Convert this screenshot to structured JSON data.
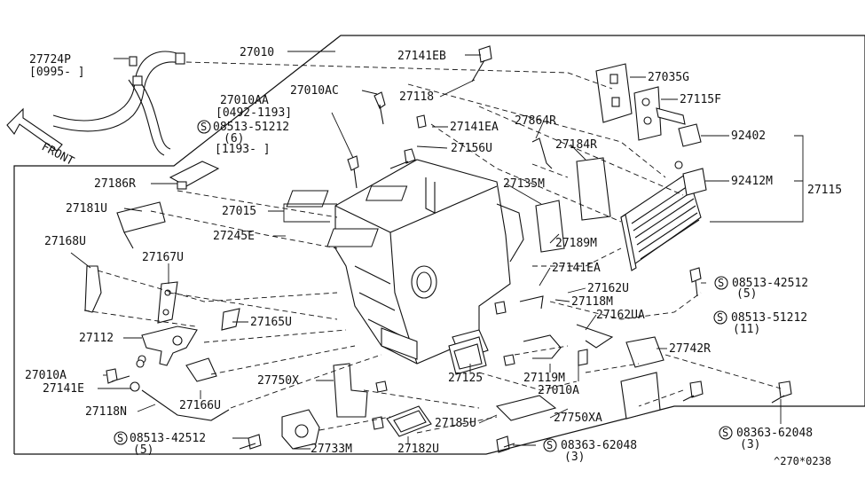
{
  "front_label": "FRONT",
  "diagram_code": "^270*0238",
  "callouts": [
    {
      "id": "27724P",
      "text": "27724P"
    },
    {
      "id": "27724P_range",
      "text": "[0995-     ]"
    },
    {
      "id": "27010",
      "text": "27010"
    },
    {
      "id": "27141EB",
      "text": "27141EB"
    },
    {
      "id": "27035G",
      "text": "27035G"
    },
    {
      "id": "27115F",
      "text": "27115F"
    },
    {
      "id": "27010AA",
      "text": "27010AA"
    },
    {
      "id": "27010AA_range",
      "text": "[0492-1193]"
    },
    {
      "id": "27010AC",
      "text": "27010AC"
    },
    {
      "id": "27118",
      "text": "27118"
    },
    {
      "id": "27141EA_top",
      "text": "27141EA"
    },
    {
      "id": "27864R",
      "text": "27864R"
    },
    {
      "id": "s08513_51212_top",
      "text": "08513-51212"
    },
    {
      "id": "s08513_51212_top_qty",
      "text": "(6)"
    },
    {
      "id": "s08513_51212_top_range",
      "text": "[1193-    ]"
    },
    {
      "id": "27156U",
      "text": "27156U"
    },
    {
      "id": "27184R",
      "text": "27184R"
    },
    {
      "id": "92402",
      "text": "92402"
    },
    {
      "id": "27186R",
      "text": "27186R"
    },
    {
      "id": "92412M",
      "text": "92412M"
    },
    {
      "id": "27115",
      "text": "27115"
    },
    {
      "id": "27135M",
      "text": "27135M"
    },
    {
      "id": "27181U",
      "text": "27181U"
    },
    {
      "id": "27015",
      "text": "27015"
    },
    {
      "id": "27245E",
      "text": "27245E"
    },
    {
      "id": "27189M",
      "text": "27189M"
    },
    {
      "id": "27168U",
      "text": "27168U"
    },
    {
      "id": "27167U",
      "text": "27167U"
    },
    {
      "id": "27141EA_mid",
      "text": "27141EA"
    },
    {
      "id": "s08513_42512_right",
      "text": "08513-42512"
    },
    {
      "id": "s08513_42512_right_qty",
      "text": "(5)"
    },
    {
      "id": "27162U",
      "text": "27162U"
    },
    {
      "id": "27118M",
      "text": "27118M"
    },
    {
      "id": "27162UA",
      "text": "27162UA"
    },
    {
      "id": "s08513_51212_right",
      "text": "08513-51212"
    },
    {
      "id": "s08513_51212_right_qty",
      "text": "(11)"
    },
    {
      "id": "27112",
      "text": "27112"
    },
    {
      "id": "27165U",
      "text": "27165U"
    },
    {
      "id": "27742R",
      "text": "27742R"
    },
    {
      "id": "27010A_left",
      "text": "27010A"
    },
    {
      "id": "27141E",
      "text": "27141E"
    },
    {
      "id": "27750X",
      "text": "27750X"
    },
    {
      "id": "27125",
      "text": "27125"
    },
    {
      "id": "27119M",
      "text": "27119M"
    },
    {
      "id": "27010A_right",
      "text": "27010A"
    },
    {
      "id": "27166U",
      "text": "27166U"
    },
    {
      "id": "27118N",
      "text": "27118N"
    },
    {
      "id": "27185U",
      "text": "27185U"
    },
    {
      "id": "27750XA",
      "text": "27750XA"
    },
    {
      "id": "s08513_42512_bottom",
      "text": "08513-42512"
    },
    {
      "id": "s08513_42512_bottom_qty",
      "text": "(5)"
    },
    {
      "id": "27733M",
      "text": "27733M"
    },
    {
      "id": "27182U",
      "text": "27182U"
    },
    {
      "id": "s08363_62048_mid",
      "text": "08363-62048"
    },
    {
      "id": "s08363_62048_mid_qty",
      "text": "(3)"
    },
    {
      "id": "s08363_62048_right",
      "text": "08363-62048"
    },
    {
      "id": "s08363_62048_right_qty",
      "text": "(3)"
    }
  ],
  "screw_symbol": "S"
}
